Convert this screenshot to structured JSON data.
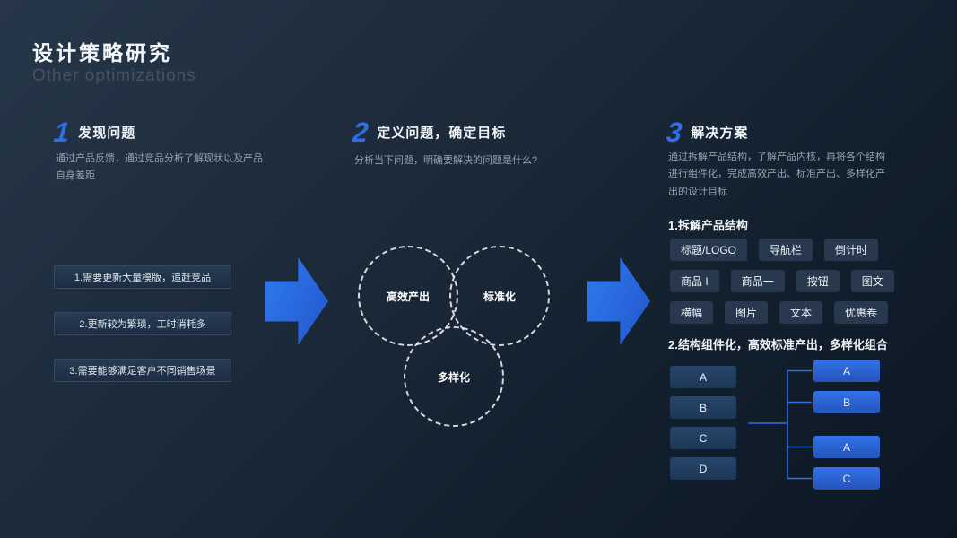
{
  "slide": {
    "title": "设计策略研究",
    "subtitle": "Other optimizations"
  },
  "colors": {
    "background_start": "#263749",
    "background_end": "#0c1723",
    "accent_blue": "#2e6fe8",
    "arrow_blue": "#2b66e0",
    "panel_dark": "#27384f",
    "block_dark": "#1e3756",
    "block_bright": "#2b63d0",
    "text_primary": "#f2f5f8",
    "text_secondary": "#94a1af"
  },
  "sections": {
    "discover": {
      "num": "1",
      "title": "发现问题",
      "desc": "通过产品反馈，通过竞品分析了解现状以及产品自身差距",
      "items": [
        "1.需要更新大量模版，追赶竞品",
        "2.更新较为繁琐，工时消耗多",
        "3.需要能够满足客户不同销售场景"
      ]
    },
    "define": {
      "num": "2",
      "title": "定义问题，确定目标",
      "desc": "分析当下问题，明确要解决的问题是什么?",
      "venn": [
        "高效产出",
        "标准化",
        "多样化"
      ]
    },
    "solution": {
      "num": "3",
      "title": "解决方案",
      "desc": "通过拆解产品结构，了解产品内核，再将各个结构进行组件化，完成高效产出、标准产出、多样化产出的设计目标",
      "step1_heading": "1.拆解产品结构",
      "tag_rows": [
        [
          "标题/LOGO",
          "导航栏",
          "倒计时"
        ],
        [
          "商品 I",
          "商品一",
          "按钮",
          "图文"
        ],
        [
          "横幅",
          "图片",
          "文本",
          "优惠卷"
        ]
      ],
      "step2_heading": "2.结构组件化，高效标准产出，多样化组合",
      "source_blocks": [
        "A",
        "B",
        "C",
        "D"
      ],
      "output_blocks": [
        "A",
        "B",
        "A",
        "C"
      ]
    }
  }
}
